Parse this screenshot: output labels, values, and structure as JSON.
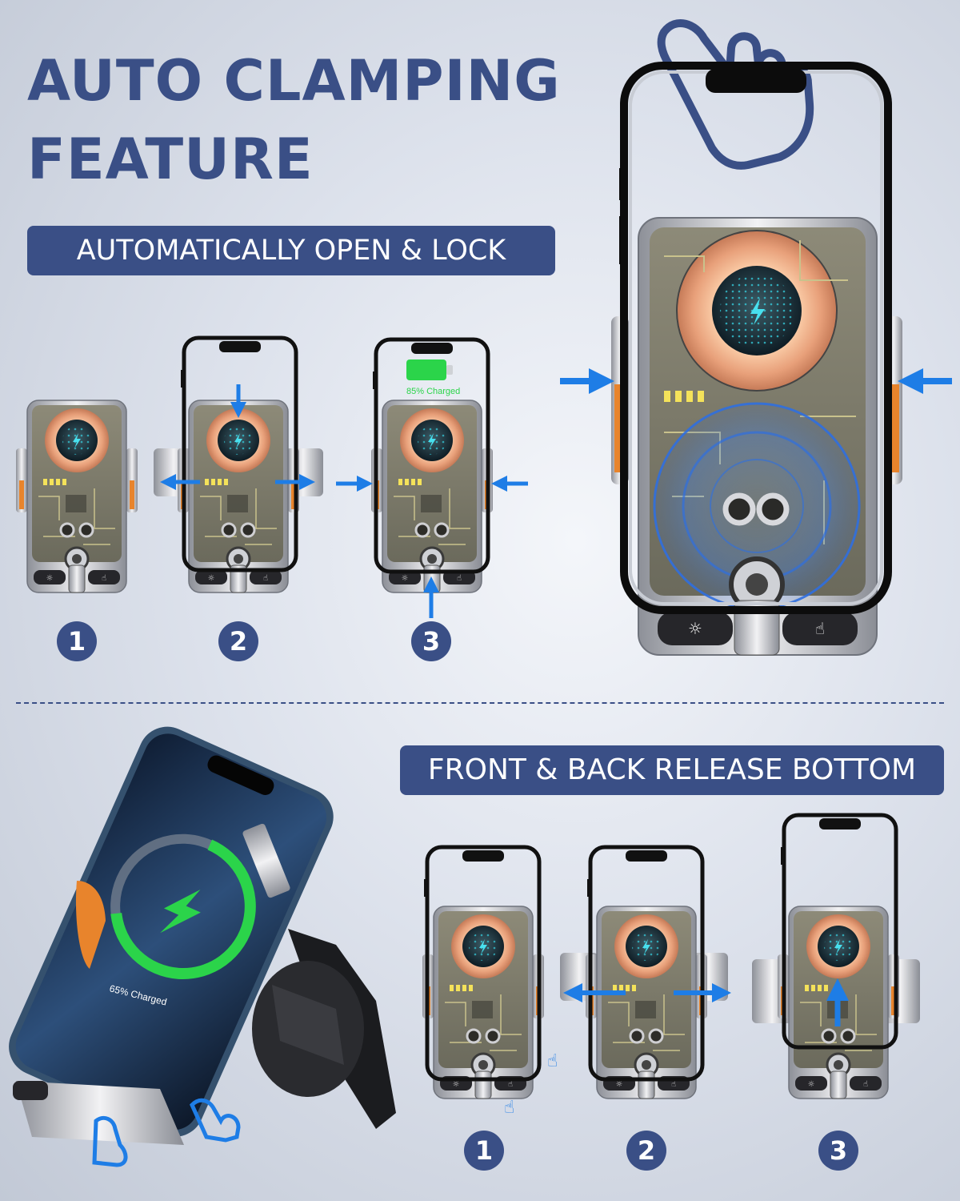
{
  "title": {
    "line1": "AUTO CLAMPING",
    "line2": "FEATURE"
  },
  "banners": {
    "top": "AUTOMATICALLY OPEN & LOCK",
    "bottom": "FRONT & BACK RELEASE BOTTOM"
  },
  "top_steps": [
    "1",
    "2",
    "3"
  ],
  "bottom_steps": [
    "1",
    "2",
    "3"
  ],
  "battery_label": "85% Charged",
  "wireless_label": "65% Charged",
  "colors": {
    "brand": "#3a4f86",
    "arrow": "#1e7de6",
    "charge_green": "#2bd44a",
    "accent_orange": "#e88a2c"
  },
  "icons": [
    "hand-pointer-icon",
    "lightning-icon",
    "battery-icon",
    "sun-icon",
    "finger-tap-icon"
  ]
}
